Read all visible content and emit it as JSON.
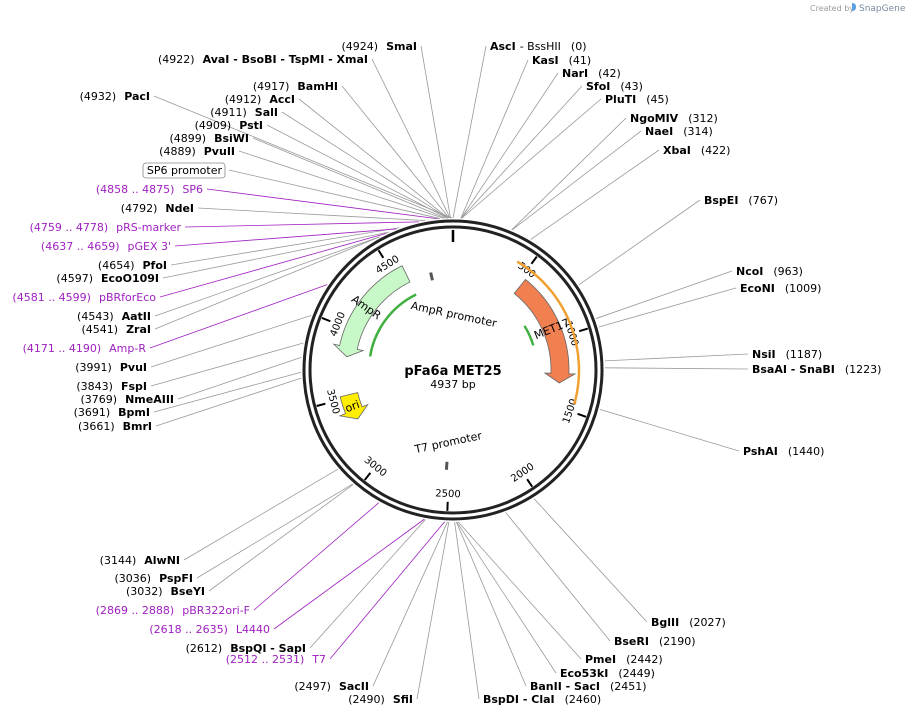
{
  "credit": {
    "text": "Created by",
    "brand": "SnapGene"
  },
  "plasmid": {
    "name": "pFa6a MET25",
    "size": "4937 bp",
    "length": 4937
  },
  "ticks": [
    {
      "pos": 500,
      "label": "500"
    },
    {
      "pos": 1000,
      "label": "1000"
    },
    {
      "pos": 1500,
      "label": "1500"
    },
    {
      "pos": 2000,
      "label": "2000"
    },
    {
      "pos": 2500,
      "label": "2500"
    },
    {
      "pos": 3000,
      "label": "3000"
    },
    {
      "pos": 3500,
      "label": "3500"
    },
    {
      "pos": 4000,
      "label": "4000"
    },
    {
      "pos": 4500,
      "label": "4500"
    }
  ],
  "features": [
    {
      "name": "MET17",
      "start": 530,
      "end": 1330,
      "direction": "cw",
      "color": "#f08050"
    },
    {
      "name": "AmpR",
      "start": 3800,
      "end": 4580,
      "direction": "ccw",
      "color": "#c8f8c8"
    },
    {
      "name": "ori",
      "start": 3330,
      "end": 3520,
      "direction": "ccw",
      "color": "#ffee00"
    }
  ],
  "feature_text": [
    {
      "text": "AmpR promoter"
    },
    {
      "text": "T7 promoter"
    }
  ],
  "site_labels": [
    {
      "pos": 0,
      "side": "right",
      "left_text": "AscI",
      "right_text": "-  BssHII",
      "num": "(0)"
    },
    {
      "pos": 41,
      "side": "right",
      "name": "KasI",
      "num": "(41)"
    },
    {
      "pos": 42,
      "side": "right",
      "name": "NarI",
      "num": "(42)"
    },
    {
      "pos": 43,
      "side": "right",
      "name": "SfoI",
      "num": "(43)"
    },
    {
      "pos": 45,
      "side": "right",
      "name": "PluTI",
      "num": "(45)"
    },
    {
      "pos": 312,
      "side": "right",
      "name": "NgoMIV",
      "num": "(312)"
    },
    {
      "pos": 314,
      "side": "right",
      "name": "NaeI",
      "num": "(314)"
    },
    {
      "pos": 422,
      "side": "right",
      "name": "XbaI",
      "num": "(422)"
    },
    {
      "pos": 767,
      "side": "right",
      "name": "BspEI",
      "num": "(767)"
    },
    {
      "pos": 963,
      "side": "right",
      "name": "NcoI",
      "num": "(963)"
    },
    {
      "pos": 1009,
      "side": "right",
      "name": "EcoNI",
      "num": "(1009)"
    },
    {
      "pos": 1187,
      "side": "right",
      "name": "NsiI",
      "num": "(1187)"
    },
    {
      "pos": 1223,
      "side": "right",
      "name": "BsaAI  -  SnaBI",
      "num": "(1223)"
    },
    {
      "pos": 1440,
      "side": "right",
      "name": "PshAI",
      "num": "(1440)"
    },
    {
      "pos": 2027,
      "side": "right",
      "name": "BglII",
      "num": "(2027)"
    },
    {
      "pos": 2190,
      "side": "right",
      "name": "BseRI",
      "num": "(2190)"
    },
    {
      "pos": 2442,
      "side": "right",
      "name": "PmeI",
      "num": "(2442)"
    },
    {
      "pos": 2449,
      "side": "right",
      "name": "Eco53kI",
      "num": "(2449)"
    },
    {
      "pos": 2451,
      "side": "right",
      "name": "BanII  -  SacI",
      "num": "(2451)"
    },
    {
      "pos": 2460,
      "side": "right",
      "name": "BspDI  -  ClaI",
      "num": "(2460)"
    },
    {
      "pos": 2490,
      "side": "left",
      "num": "(2490)",
      "name": "SfiI"
    },
    {
      "pos": 2497,
      "side": "left",
      "num": "(2497)",
      "name": "SacII"
    },
    {
      "pos": 2512,
      "side": "left",
      "num": "(2512 .. 2531)",
      "name": "T7",
      "feature": true
    },
    {
      "pos": 2612,
      "side": "left",
      "num": "(2612)",
      "name": "BspQI  -  SapI"
    },
    {
      "pos": 2618,
      "side": "left",
      "num": "(2618 .. 2635)",
      "name": "L4440",
      "feature": true
    },
    {
      "pos": 2869,
      "side": "left",
      "num": "(2869 .. 2888)",
      "name": "pBR322ori-F",
      "feature": true
    },
    {
      "pos": 3032,
      "side": "left",
      "num": "(3032)",
      "name": "BseYI"
    },
    {
      "pos": 3036,
      "side": "left",
      "num": "(3036)",
      "name": "PspFI"
    },
    {
      "pos": 3144,
      "side": "left",
      "num": "(3144)",
      "name": "AlwNI"
    },
    {
      "pos": 3661,
      "side": "left",
      "num": "(3661)",
      "name": "BmrI"
    },
    {
      "pos": 3691,
      "side": "left",
      "num": "(3691)",
      "name": "BpmI"
    },
    {
      "pos": 3769,
      "side": "left",
      "num": "(3769)",
      "name": "NmeAIII"
    },
    {
      "pos": 3843,
      "side": "left",
      "num": "(3843)",
      "name": "FspI"
    },
    {
      "pos": 3991,
      "side": "left",
      "num": "(3991)",
      "name": "PvuI"
    },
    {
      "pos": 4171,
      "side": "left",
      "num": "(4171 .. 4190)",
      "name": "Amp-R",
      "feature": true
    },
    {
      "pos": 4541,
      "side": "left",
      "num": "(4541)",
      "name": "ZraI"
    },
    {
      "pos": 4543,
      "side": "left",
      "num": "(4543)",
      "name": "AatII"
    },
    {
      "pos": 4581,
      "side": "left",
      "num": "(4581 .. 4599)",
      "name": "pBRforEco",
      "feature": true
    },
    {
      "pos": 4597,
      "side": "left",
      "num": "(4597)",
      "name": "EcoO109I"
    },
    {
      "pos": 4654,
      "side": "left",
      "num": "(4654)",
      "name": "PfoI"
    },
    {
      "pos": 4637,
      "side": "left",
      "num": "(4637 .. 4659)",
      "name": "pGEX 3'",
      "feature": true
    },
    {
      "pos": 4759,
      "side": "left",
      "num": "(4759 .. 4778)",
      "name": "pRS-marker",
      "feature": true
    },
    {
      "pos": 4792,
      "side": "left",
      "num": "(4792)",
      "name": "NdeI"
    },
    {
      "pos": 4858,
      "side": "left",
      "num": "(4858 .. 4875)",
      "name": "SP6",
      "feature": true
    },
    {
      "pos": 4870,
      "side": "left",
      "boxed": true,
      "name": "SP6 promoter"
    },
    {
      "pos": 4889,
      "side": "left",
      "num": "(4889)",
      "name": "PvuII"
    },
    {
      "pos": 4899,
      "side": "left",
      "num": "(4899)",
      "name": "BsiWI"
    },
    {
      "pos": 4909,
      "side": "left",
      "num": "(4909)",
      "name": "PstI"
    },
    {
      "pos": 4911,
      "side": "left",
      "num": "(4911)",
      "name": "SalI"
    },
    {
      "pos": 4912,
      "side": "left",
      "num": "(4912)",
      "name": "AccI"
    },
    {
      "pos": 4917,
      "side": "left",
      "num": "(4917)",
      "name": "BamHI"
    },
    {
      "pos": 4922,
      "side": "left",
      "num": "(4922)",
      "name": "AvaI   -  BsoBI  -  TspMI   -  XmaI"
    },
    {
      "pos": 4924,
      "side": "left",
      "num": "(4924)",
      "name": "SmaI"
    },
    {
      "pos": 4932,
      "side": "left",
      "num": "(4932)",
      "name": "PacI"
    }
  ]
}
